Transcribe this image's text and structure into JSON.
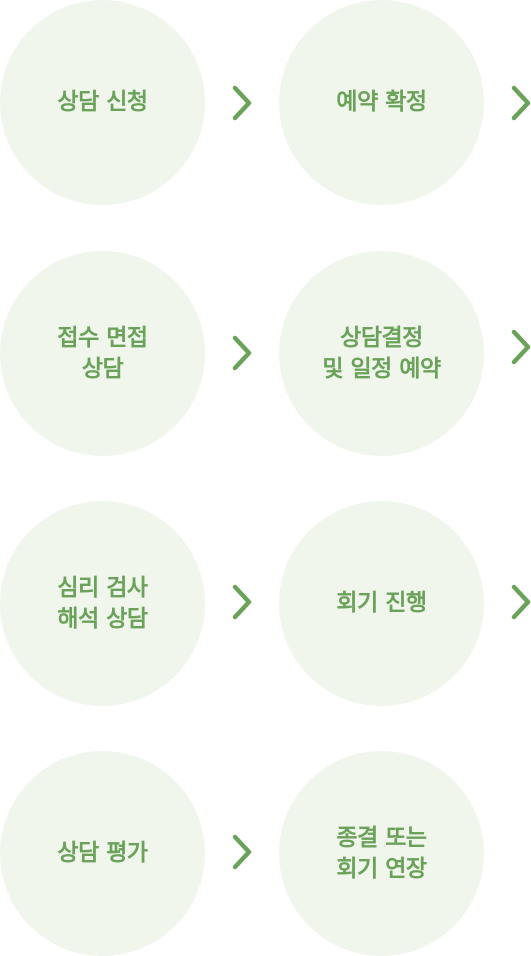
{
  "steps": [
    {
      "lines": [
        "상담 신청"
      ]
    },
    {
      "lines": [
        "예약 확정"
      ]
    },
    {
      "lines": [
        "접수 면접",
        "상담"
      ]
    },
    {
      "lines": [
        "상담결정",
        "및 일정 예약"
      ]
    },
    {
      "lines": [
        "심리 검사",
        "해석 상담"
      ]
    },
    {
      "lines": [
        "회기 진행"
      ]
    },
    {
      "lines": [
        "상담 평가"
      ]
    },
    {
      "lines": [
        "종결 또는",
        "회기 연장"
      ]
    }
  ],
  "icons": {
    "arrow": "chevron-right-icon"
  },
  "colors": {
    "circle_fill": "#f0f6ec",
    "text": "#6aa25a",
    "arrow": "#6aa25a"
  }
}
